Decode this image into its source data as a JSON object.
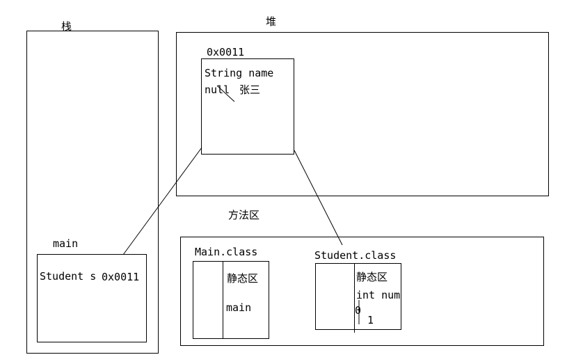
{
  "stack": {
    "title": "栈",
    "frame_label": "main",
    "variable": "Student s",
    "address": "0x0011"
  },
  "heap": {
    "title": "堆",
    "object_address": "0x0011",
    "field": "String name",
    "old_value": "null",
    "new_value": "张三"
  },
  "method_area": {
    "title": "方法区",
    "main_class": {
      "name": "Main.class",
      "static_label": "静态区",
      "method": "main"
    },
    "student_class": {
      "name": "Student.class",
      "static_label": "静态区",
      "field": "int num",
      "old_value": "0",
      "new_value": "1"
    }
  }
}
